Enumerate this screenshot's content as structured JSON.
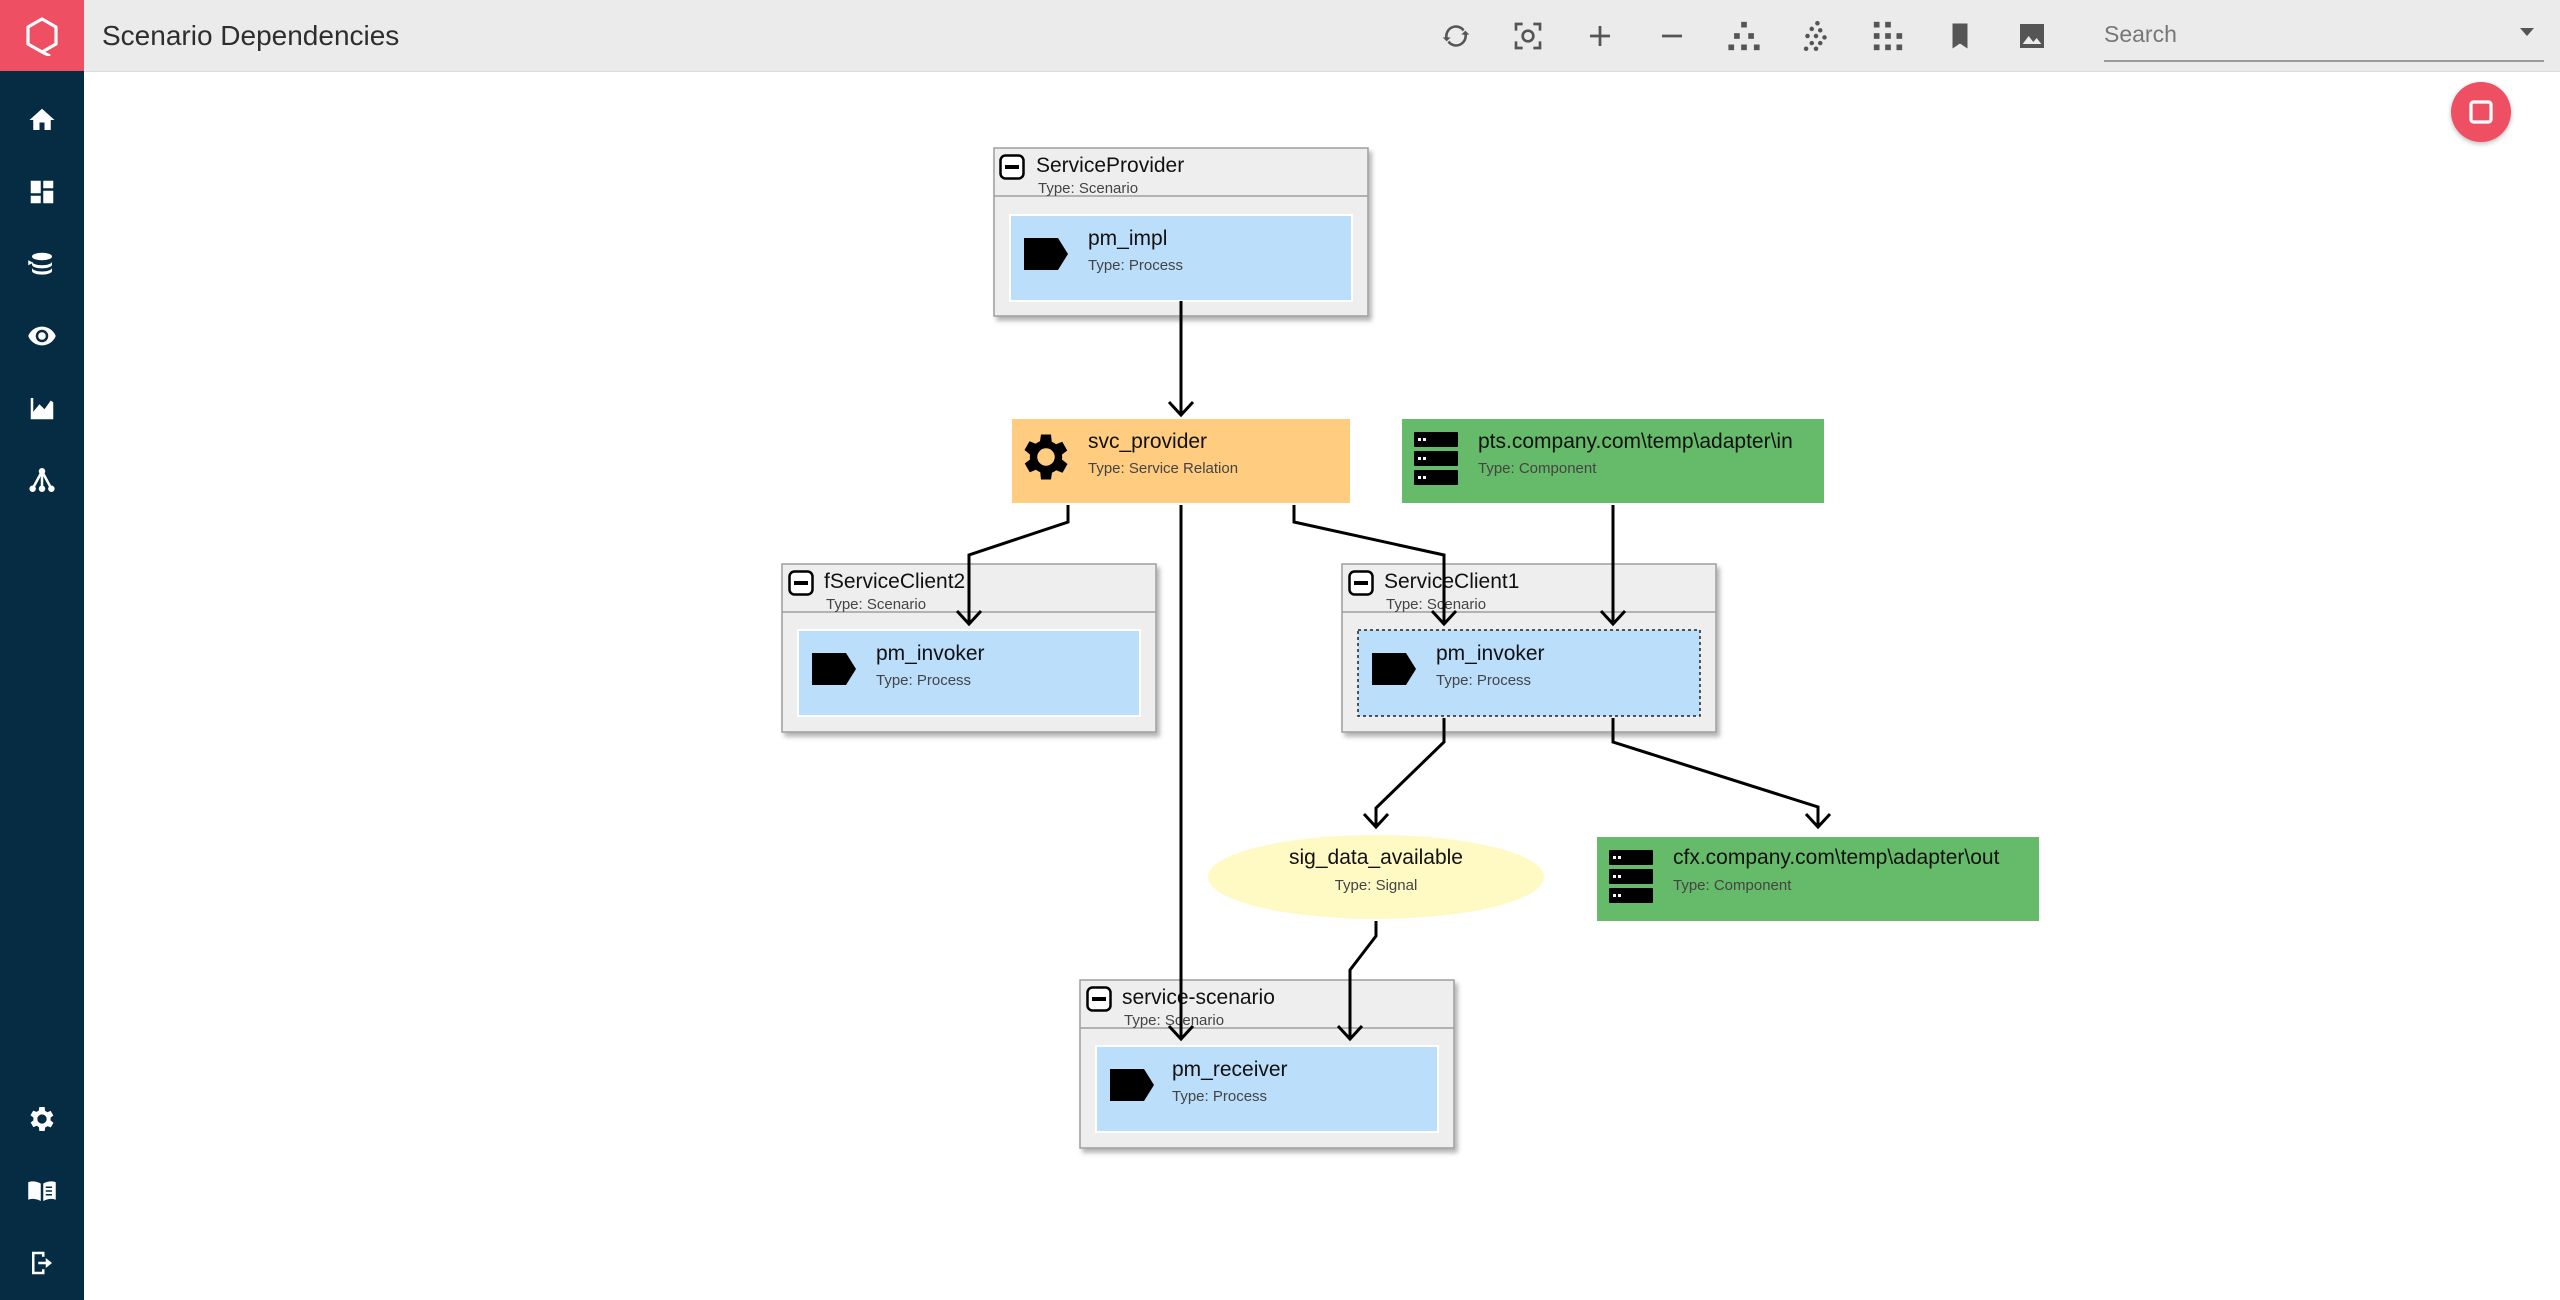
{
  "header": {
    "title": "Scenario Dependencies",
    "search_placeholder": "Search"
  },
  "sidebar": {
    "items": [
      {
        "name": "home-icon"
      },
      {
        "name": "dashboard-icon"
      },
      {
        "name": "layers-icon"
      },
      {
        "name": "eye-icon"
      },
      {
        "name": "area-chart-icon"
      },
      {
        "name": "hierarchy-icon"
      },
      {
        "name": "gear-icon"
      },
      {
        "name": "book-icon"
      },
      {
        "name": "logout-icon"
      }
    ]
  },
  "toolbar": {
    "icons": [
      "refresh-icon",
      "fit-screen-icon",
      "zoom-in-icon",
      "zoom-out-icon",
      "layout-hierarchical-icon",
      "layout-organic-icon",
      "layout-grid-icon",
      "bookmark-icon",
      "image-icon"
    ]
  },
  "colors": {
    "accent": "#ef4f63",
    "sidebar": "#062c43",
    "process": "#bbdefb",
    "service_relation": "#ffcc80",
    "component": "#66bb6a",
    "signal": "#fff9c4",
    "scenario": "#eeeeee"
  },
  "graph": {
    "scenarios": {
      "service_provider": {
        "title": "ServiceProvider",
        "type": "Type: Scenario"
      },
      "fservice_client2": {
        "title": "fServiceClient2",
        "type": "Type: Scenario"
      },
      "service_client1": {
        "title": "ServiceClient1",
        "type": "Type: Scenario"
      },
      "service_scenario": {
        "title": "service-scenario",
        "type": "Type: Scenario"
      }
    },
    "processes": {
      "pm_impl": {
        "title": "pm_impl",
        "type": "Type: Process"
      },
      "pm_invoker_a": {
        "title": "pm_invoker",
        "type": "Type: Process"
      },
      "pm_invoker_b": {
        "title": "pm_invoker",
        "type": "Type: Process"
      },
      "pm_receiver": {
        "title": "pm_receiver",
        "type": "Type: Process"
      }
    },
    "svc_provider": {
      "title": "svc_provider",
      "type": "Type: Service Relation"
    },
    "component_in": {
      "title": "pts.company.com\\temp\\adapter\\in",
      "type": "Type: Component"
    },
    "component_out": {
      "title": "cfx.company.com\\temp\\adapter\\out",
      "type": "Type: Component"
    },
    "signal": {
      "title": "sig_data_available",
      "type": "Type: Signal"
    }
  }
}
